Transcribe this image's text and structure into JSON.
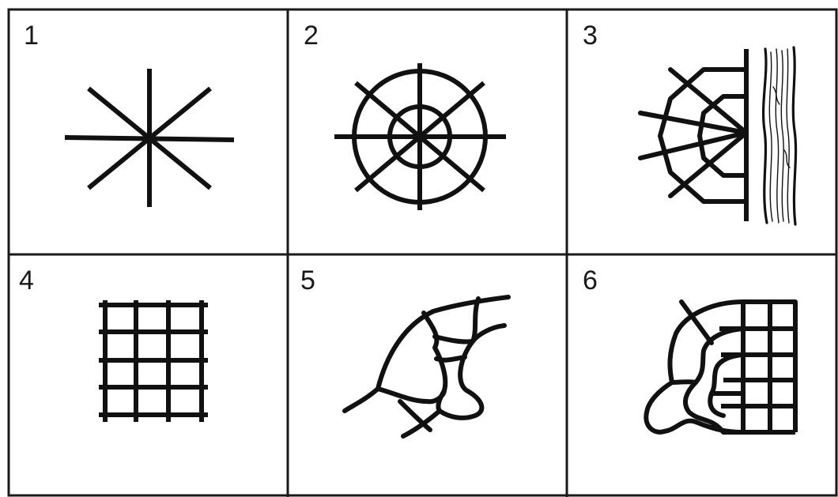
{
  "panels": [
    {
      "number": "1",
      "icon": "radial-lines-icon"
    },
    {
      "number": "2",
      "icon": "orb-web-icon"
    },
    {
      "number": "3",
      "icon": "sector-web-on-tree-icon"
    },
    {
      "number": "4",
      "icon": "grid-web-icon"
    },
    {
      "number": "5",
      "icon": "irregular-web-icon"
    },
    {
      "number": "6",
      "icon": "irregular-grid-web-icon"
    }
  ],
  "colors": {
    "ink": "#111111",
    "background": "#ffffff"
  }
}
